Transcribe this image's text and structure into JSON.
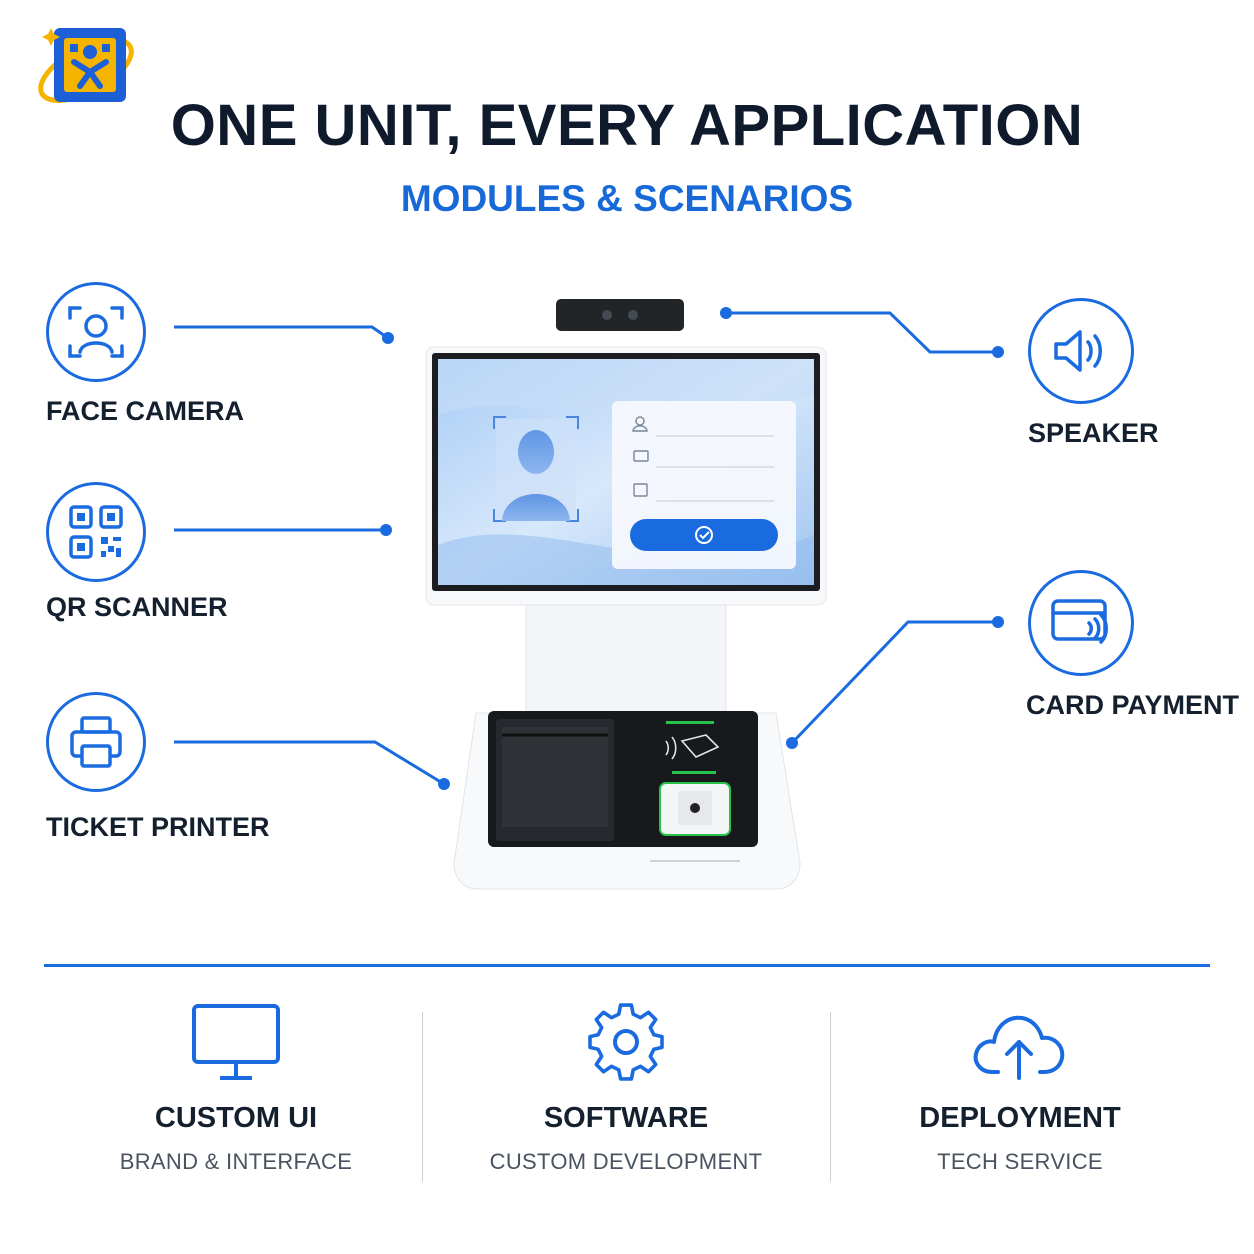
{
  "header": {
    "title": "ONE UNIT, EVERY APPLICATION",
    "subtitle": "MODULES & SCENARIOS"
  },
  "modules": {
    "face_camera": {
      "label": "FACE CAMERA",
      "icon": "face-scan-icon"
    },
    "qr_scanner": {
      "label": "QR SCANNER",
      "icon": "qr-code-icon"
    },
    "ticket_printer": {
      "label": "TICKET PRINTER",
      "icon": "printer-icon"
    },
    "speaker": {
      "label": "SPEAKER",
      "icon": "speaker-icon"
    },
    "card_payment": {
      "label": "CARD PAYMENT",
      "icon": "contactless-card-icon"
    }
  },
  "services": [
    {
      "title": "CUSTOM UI",
      "subtitle": "BRAND & INTERFACE",
      "icon": "monitor-icon"
    },
    {
      "title": "SOFTWARE",
      "subtitle": "CUSTOM DEVELOPMENT",
      "icon": "gear-icon"
    },
    {
      "title": "DEPLOYMENT",
      "subtitle": "TECH SERVICE",
      "icon": "cloud-upload-icon"
    }
  ],
  "colors": {
    "accent": "#1a6be0",
    "heading": "#0f1a2c",
    "logo_yellow": "#f5b400"
  }
}
